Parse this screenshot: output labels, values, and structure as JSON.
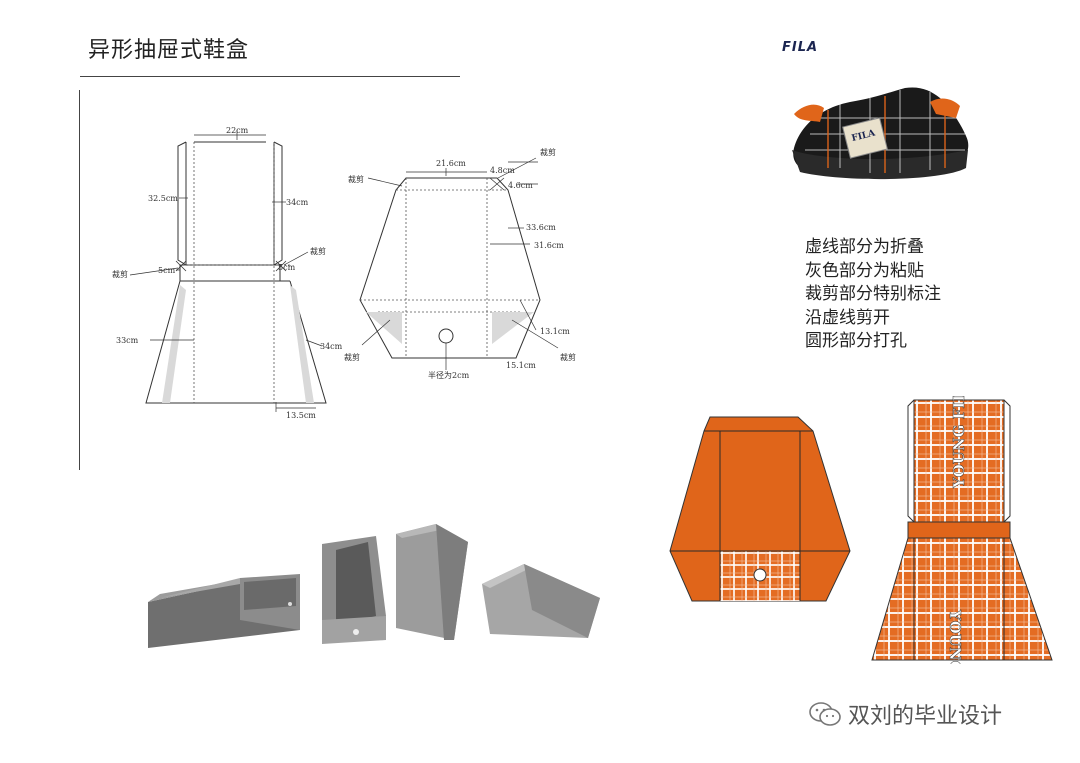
{
  "header": {
    "title": "异形抽屉式鞋盒"
  },
  "brand": {
    "logo_text": "FILA",
    "tag_text": "FILA",
    "print_text": "YOUNG FILA"
  },
  "notes": [
    "虚线部分为折叠",
    "灰色部分为粘贴",
    "裁剪部分特别标注",
    "沿虚线剪开",
    "圆形部分打孔"
  ],
  "drawer_dieline": {
    "top_width": "22cm",
    "left_height": "32.5cm",
    "right_height": "34cm",
    "cut_label_right": "裁剪",
    "cut_label_left": "裁剪",
    "flap": "5cm",
    "flap_right": "5cm",
    "lower_left": "33cm",
    "lower_right": "34cm",
    "bottom": "13.5cm"
  },
  "sleeve_dieline": {
    "top_width": "21.6cm",
    "corner_a": "4.8cm",
    "corner_b": "4.6cm",
    "cut_top_right": "裁剪",
    "cut_top_left": "裁剪",
    "slant": "33.6cm",
    "right_height": "31.6cm",
    "corner_c": "13.1cm",
    "corner_d": "15.1cm",
    "cut_bottom_left": "裁剪",
    "cut_bottom_right": "裁剪",
    "hole_radius": "半径为2cm"
  },
  "watermark": {
    "text": "双刘的毕业设计"
  },
  "colors": {
    "orange": "#e0651a",
    "plaid_orange": "#e46c23",
    "box_gray": "#8e8e8e",
    "line": "#333333"
  }
}
